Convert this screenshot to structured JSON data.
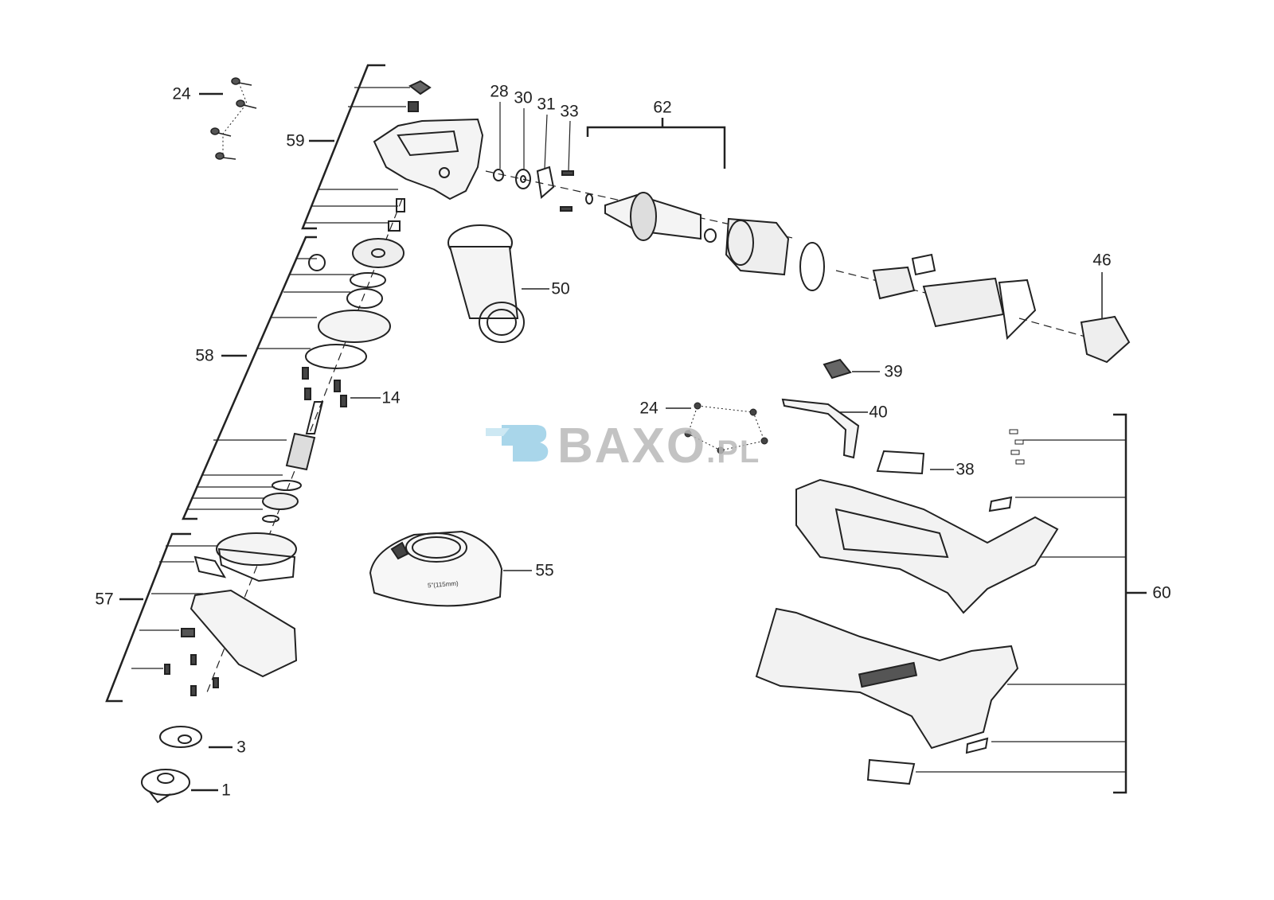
{
  "diagram": {
    "title": "Angle grinder exploded parts diagram",
    "labels": [
      {
        "id": "l24a",
        "text": "24"
      },
      {
        "id": "l59",
        "text": "59"
      },
      {
        "id": "l28",
        "text": "28"
      },
      {
        "id": "l30",
        "text": "30"
      },
      {
        "id": "l31",
        "text": "31"
      },
      {
        "id": "l33",
        "text": "33"
      },
      {
        "id": "l62",
        "text": "62"
      },
      {
        "id": "l46",
        "text": "46"
      },
      {
        "id": "l50",
        "text": "50"
      },
      {
        "id": "l58",
        "text": "58"
      },
      {
        "id": "l14",
        "text": "14"
      },
      {
        "id": "l39",
        "text": "39"
      },
      {
        "id": "l24b",
        "text": "24"
      },
      {
        "id": "l40",
        "text": "40"
      },
      {
        "id": "l38",
        "text": "38"
      },
      {
        "id": "l55",
        "text": "55"
      },
      {
        "id": "l57",
        "text": "57"
      },
      {
        "id": "l60",
        "text": "60"
      },
      {
        "id": "l3",
        "text": "3"
      },
      {
        "id": "l1",
        "text": "1"
      }
    ],
    "guard_marking": "5\"(115mm)",
    "watermark": {
      "main": "BAXO",
      "suffix": ".PL",
      "color": "#b9b9b9",
      "accent": "#a9d6ea"
    }
  }
}
